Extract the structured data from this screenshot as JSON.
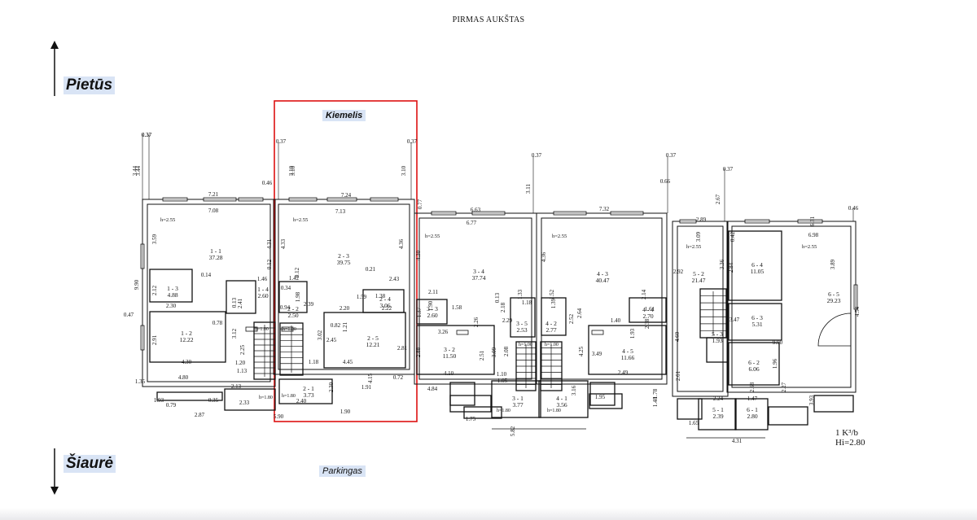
{
  "title": "PIRMAS AUKŠTAS",
  "directions": {
    "north": "Šiaurė",
    "south": "Pietūs"
  },
  "labels": {
    "courtyard": "Kiemelis",
    "parking": "Parkingas"
  },
  "legend": {
    "line1": "1 K³/b",
    "line2": "Hi=2.80"
  },
  "rooms": [
    {
      "id": "1 - 1",
      "area": "37.28"
    },
    {
      "id": "1 - 2",
      "area": "12.22"
    },
    {
      "id": "1 - 3",
      "area": "4.88"
    },
    {
      "id": "1 - 4",
      "area": "2.60"
    },
    {
      "id": "2 - 3",
      "area": "39.75"
    },
    {
      "id": "2 - 4",
      "area": "3.06"
    },
    {
      "id": "2 - 5",
      "area": "12.21"
    },
    {
      "id": "2 - 2",
      "area": "2.50"
    },
    {
      "id": "2 - 1",
      "area": "3.73"
    },
    {
      "id": "3 - 4",
      "area": "37.74"
    },
    {
      "id": "3 - 3",
      "area": "2.60"
    },
    {
      "id": "3 - 2",
      "area": "11.50"
    },
    {
      "id": "3 - 5",
      "area": "2.53"
    },
    {
      "id": "3 - 1",
      "area": "3.77"
    },
    {
      "id": "4 - 3",
      "area": "40.47"
    },
    {
      "id": "4 - 4",
      "area": "2.70"
    },
    {
      "id": "4 - 5",
      "area": "11.66"
    },
    {
      "id": "4 - 2",
      "area": "2.77"
    },
    {
      "id": "4 - 1",
      "area": "3.56"
    },
    {
      "id": "5 - 2",
      "area": "21.47"
    },
    {
      "id": "5 - 3",
      "area": "1.93"
    },
    {
      "id": "5 - 1",
      "area": "2.39"
    },
    {
      "id": "6 - 4",
      "area": "11.05"
    },
    {
      "id": "6 - 3",
      "area": "5.31"
    },
    {
      "id": "6 - 5",
      "area": "29.23"
    },
    {
      "id": "6 - 2",
      "area": "6.06"
    },
    {
      "id": "6 - 1",
      "area": "2.80"
    }
  ],
  "ceiling_heights": [
    "h=2.55",
    "h=1.00",
    "h=1.80"
  ],
  "dimensions": [
    "0.37",
    "3.44",
    "7.21",
    "0.46",
    "7.08",
    "3.59",
    "2.12",
    "2.30",
    "0.14",
    "9.90",
    "0.47",
    "2.91",
    "4.30",
    "4.80",
    "1.35",
    "1.93",
    "0.79",
    "2.87",
    "0.35",
    "2.33",
    "2.13",
    "1.46",
    "2.41",
    "0.13",
    "0.78",
    "3.12",
    "2.25",
    "1.20",
    "1.13",
    "0.12",
    "4.31",
    "0.12",
    "1.98",
    "1.42",
    "0.34",
    "0.94",
    "2.39",
    "2.20",
    "4.33",
    "3.10",
    "7.24",
    "7.13",
    "4.36",
    "0.21",
    "2.43",
    "1.59",
    "1.38",
    "2.22",
    "0.82",
    "1.21",
    "3.02",
    "2.45",
    "1.18",
    "4.45",
    "4.15",
    "2.81",
    "2.30",
    "1.91",
    "2.40",
    "1.90",
    "5.90",
    "0.72",
    "0.77",
    "6.63",
    "6.77",
    "3.11",
    "4.30",
    "2.11",
    "1.58",
    "1.37",
    "1.90",
    "3.26",
    "2.26",
    "2.88",
    "2.51",
    "3.09",
    "2.29",
    "4.10",
    "4.84",
    "1.75",
    "0.13",
    "1.33",
    "1.18",
    "1.10",
    "2.18",
    "2.08",
    "1.05",
    "5.82",
    "7.32",
    "4.36",
    "1.52",
    "1.39",
    "2.52",
    "2.64",
    "2.14",
    "1.61",
    "1.40",
    "2.38",
    "1.93",
    "3.49",
    "2.49",
    "4.25",
    "3.16",
    "1.95",
    "1.78",
    "0.66",
    "3.09",
    "2.89",
    "2.67",
    "2.92",
    "4.60",
    "2.61",
    "1.48",
    "2.24",
    "1.47",
    "1.65",
    "0.42",
    "2.84",
    "3.89",
    "6.31",
    "6.98",
    "3.36",
    "3.47",
    "1.96",
    "2.68",
    "2.27",
    "3.93",
    "4.54",
    "9.90",
    "0.57"
  ]
}
